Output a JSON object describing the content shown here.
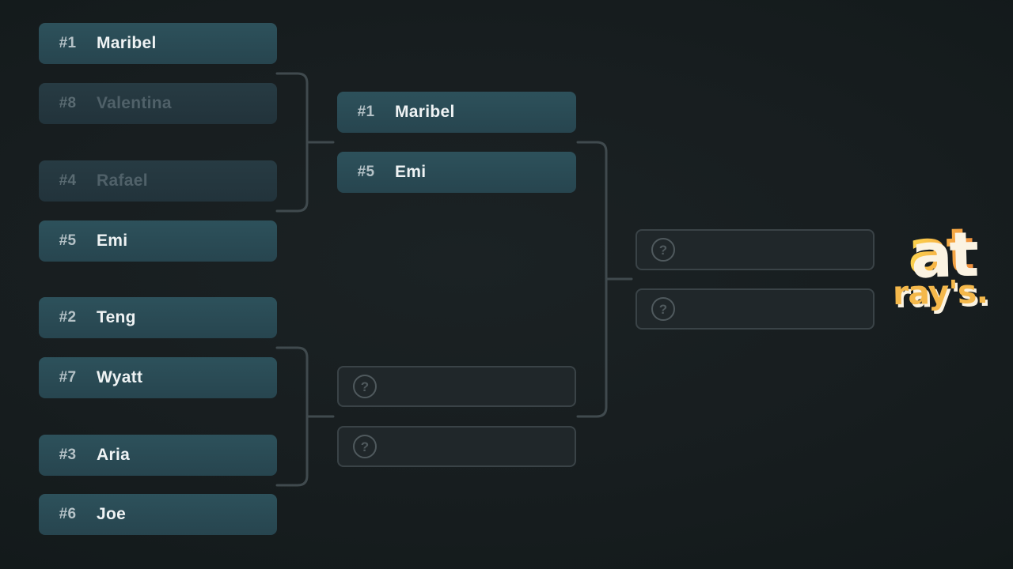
{
  "colors": {
    "background": "#131a1b",
    "slot_active": "#294a54",
    "slot_eliminated": "#24363e",
    "slot_empty": "#20272a",
    "slot_empty_border": "#3a4347",
    "connector": "#404a4e",
    "seed_text": "#b5c2c7",
    "name_text": "#eff3f4",
    "logo_yellow": "#fcd54e",
    "logo_orange": "#ef8f3c",
    "logo_shadow": "#fbf3e2"
  },
  "icons": {
    "question": "?"
  },
  "bracket": {
    "rounds": [
      {
        "slots": [
          {
            "seed": "#1",
            "name": "Maribel",
            "state": "active"
          },
          {
            "seed": "#8",
            "name": "Valentina",
            "state": "eliminated"
          },
          {
            "seed": "#4",
            "name": "Rafael",
            "state": "eliminated"
          },
          {
            "seed": "#5",
            "name": "Emi",
            "state": "active"
          },
          {
            "seed": "#2",
            "name": "Teng",
            "state": "active"
          },
          {
            "seed": "#7",
            "name": "Wyatt",
            "state": "active"
          },
          {
            "seed": "#3",
            "name": "Aria",
            "state": "active"
          },
          {
            "seed": "#6",
            "name": "Joe",
            "state": "active"
          }
        ]
      },
      {
        "slots": [
          {
            "seed": "#1",
            "name": "Maribel",
            "state": "active"
          },
          {
            "seed": "#5",
            "name": "Emi",
            "state": "active"
          },
          {
            "state": "empty"
          },
          {
            "state": "empty"
          }
        ]
      },
      {
        "slots": [
          {
            "state": "empty"
          },
          {
            "state": "empty"
          }
        ]
      }
    ]
  },
  "watermark": {
    "line1": "at",
    "line2": "ray's."
  }
}
